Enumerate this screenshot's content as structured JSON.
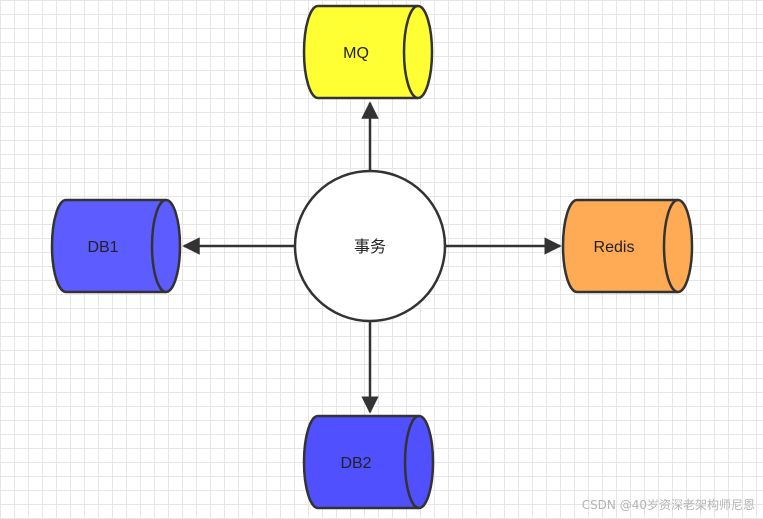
{
  "center": {
    "label": "事务",
    "color": "#ffffff"
  },
  "nodes": {
    "mq": {
      "label": "MQ",
      "color": "#ffff33"
    },
    "db1": {
      "label": "DB1",
      "color": "#5c5cff"
    },
    "redis": {
      "label": "Redis",
      "color": "#ffaa55"
    },
    "db2": {
      "label": "DB2",
      "color": "#5050ff"
    }
  },
  "watermark": "CSDN @40岁资深老架构师尼恩"
}
